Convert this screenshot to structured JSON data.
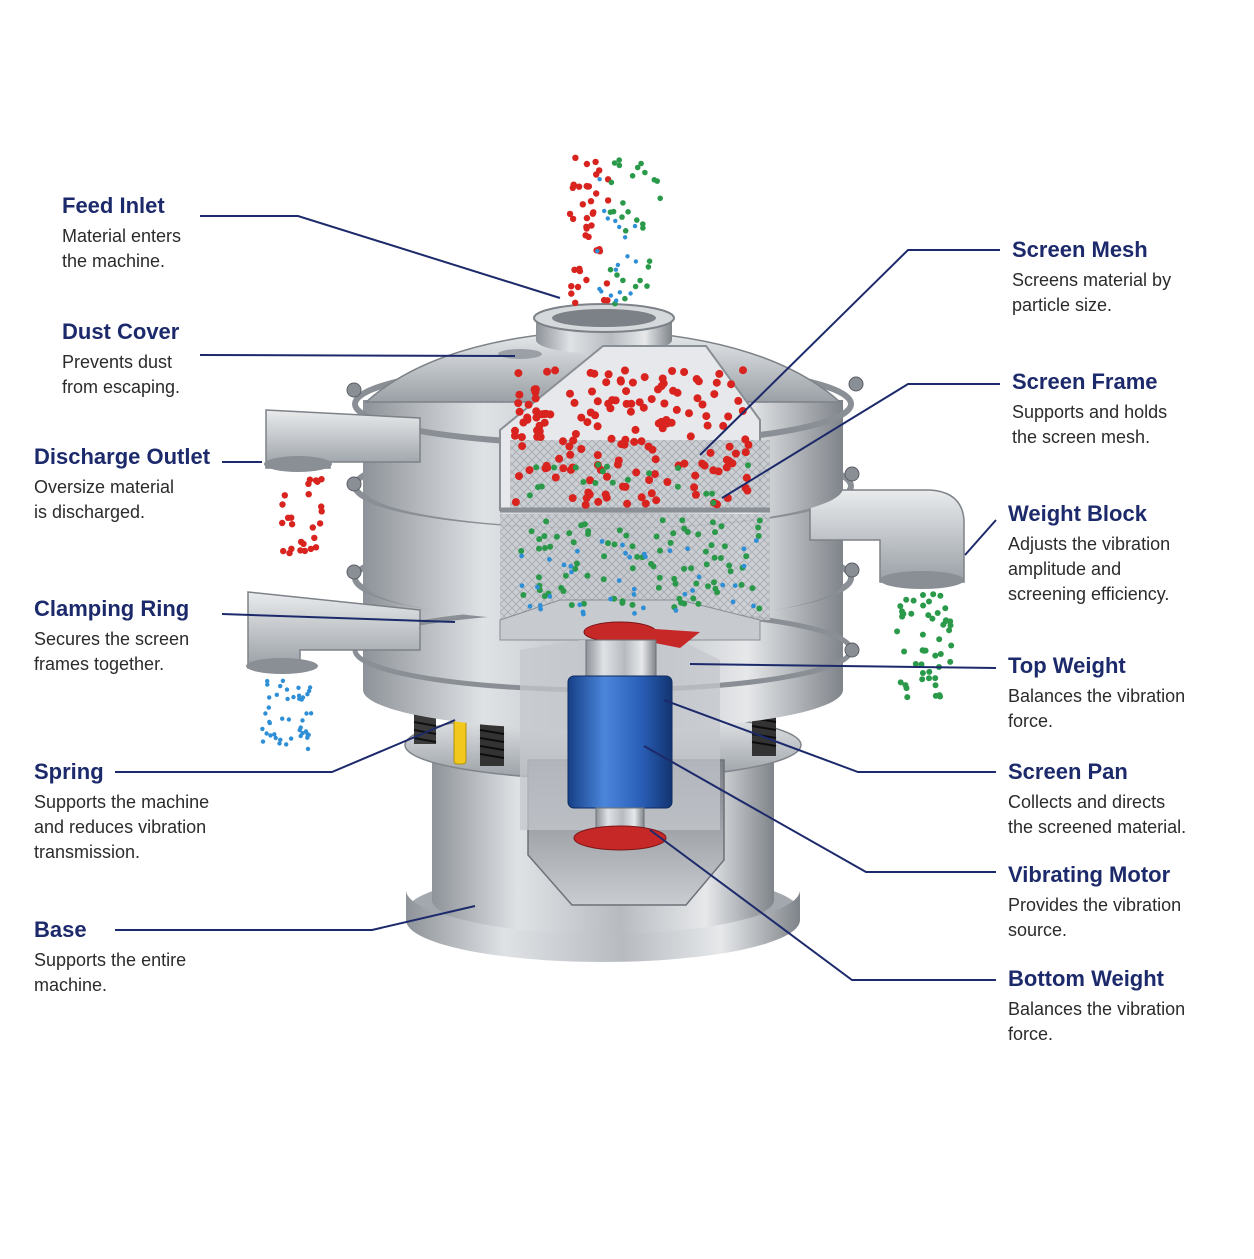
{
  "colors": {
    "title": "#1c2a6b",
    "leader": "#1c2a6b",
    "steel": "#b9bdc2",
    "oversize_particle": "#d8231f",
    "fine_particle": "#2f8fd6",
    "medium_particle": "#2a9a4a",
    "motor": "#2a5fb8",
    "weight": "#c62828",
    "spring_pin": "#f2c81d"
  },
  "callouts": [
    {
      "id": "feed-inlet",
      "title": "Feed Inlet",
      "desc": "Material enters\nthe machine."
    },
    {
      "id": "dust-cover",
      "title": "Dust Cover",
      "desc": "Prevents dust\nfrom escaping."
    },
    {
      "id": "discharge-outlet",
      "title": "Discharge Outlet",
      "desc": "Oversize material\nis discharged."
    },
    {
      "id": "clamping-ring",
      "title": "Clamping Ring",
      "desc": "Secures the screen\nframes together."
    },
    {
      "id": "spring",
      "title": "Spring",
      "desc": "Supports the machine\nand reduces vibration\ntransmission."
    },
    {
      "id": "base",
      "title": "Base",
      "desc": "Supports the entire\nmachine."
    },
    {
      "id": "screen-mesh",
      "title": "Screen Mesh",
      "desc": "Screens material by\nparticle size."
    },
    {
      "id": "screen-frame",
      "title": "Screen Frame",
      "desc": "Supports and holds\nthe screen mesh."
    },
    {
      "id": "weight-block",
      "title": "Weight Block",
      "desc": "Adjusts the vibration\namplitude and\nscreening efficiency."
    },
    {
      "id": "top-weight",
      "title": "Top Weight",
      "desc": "Balances the vibration\nforce."
    },
    {
      "id": "screen-pan",
      "title": "Screen Pan",
      "desc": "Collects and directs\nthe screened material."
    },
    {
      "id": "vibrating-motor",
      "title": "Vibrating Motor",
      "desc": "Provides the vibration\nsource."
    },
    {
      "id": "bottom-weight",
      "title": "Bottom Weight",
      "desc": "Balances the vibration\nforce."
    }
  ]
}
